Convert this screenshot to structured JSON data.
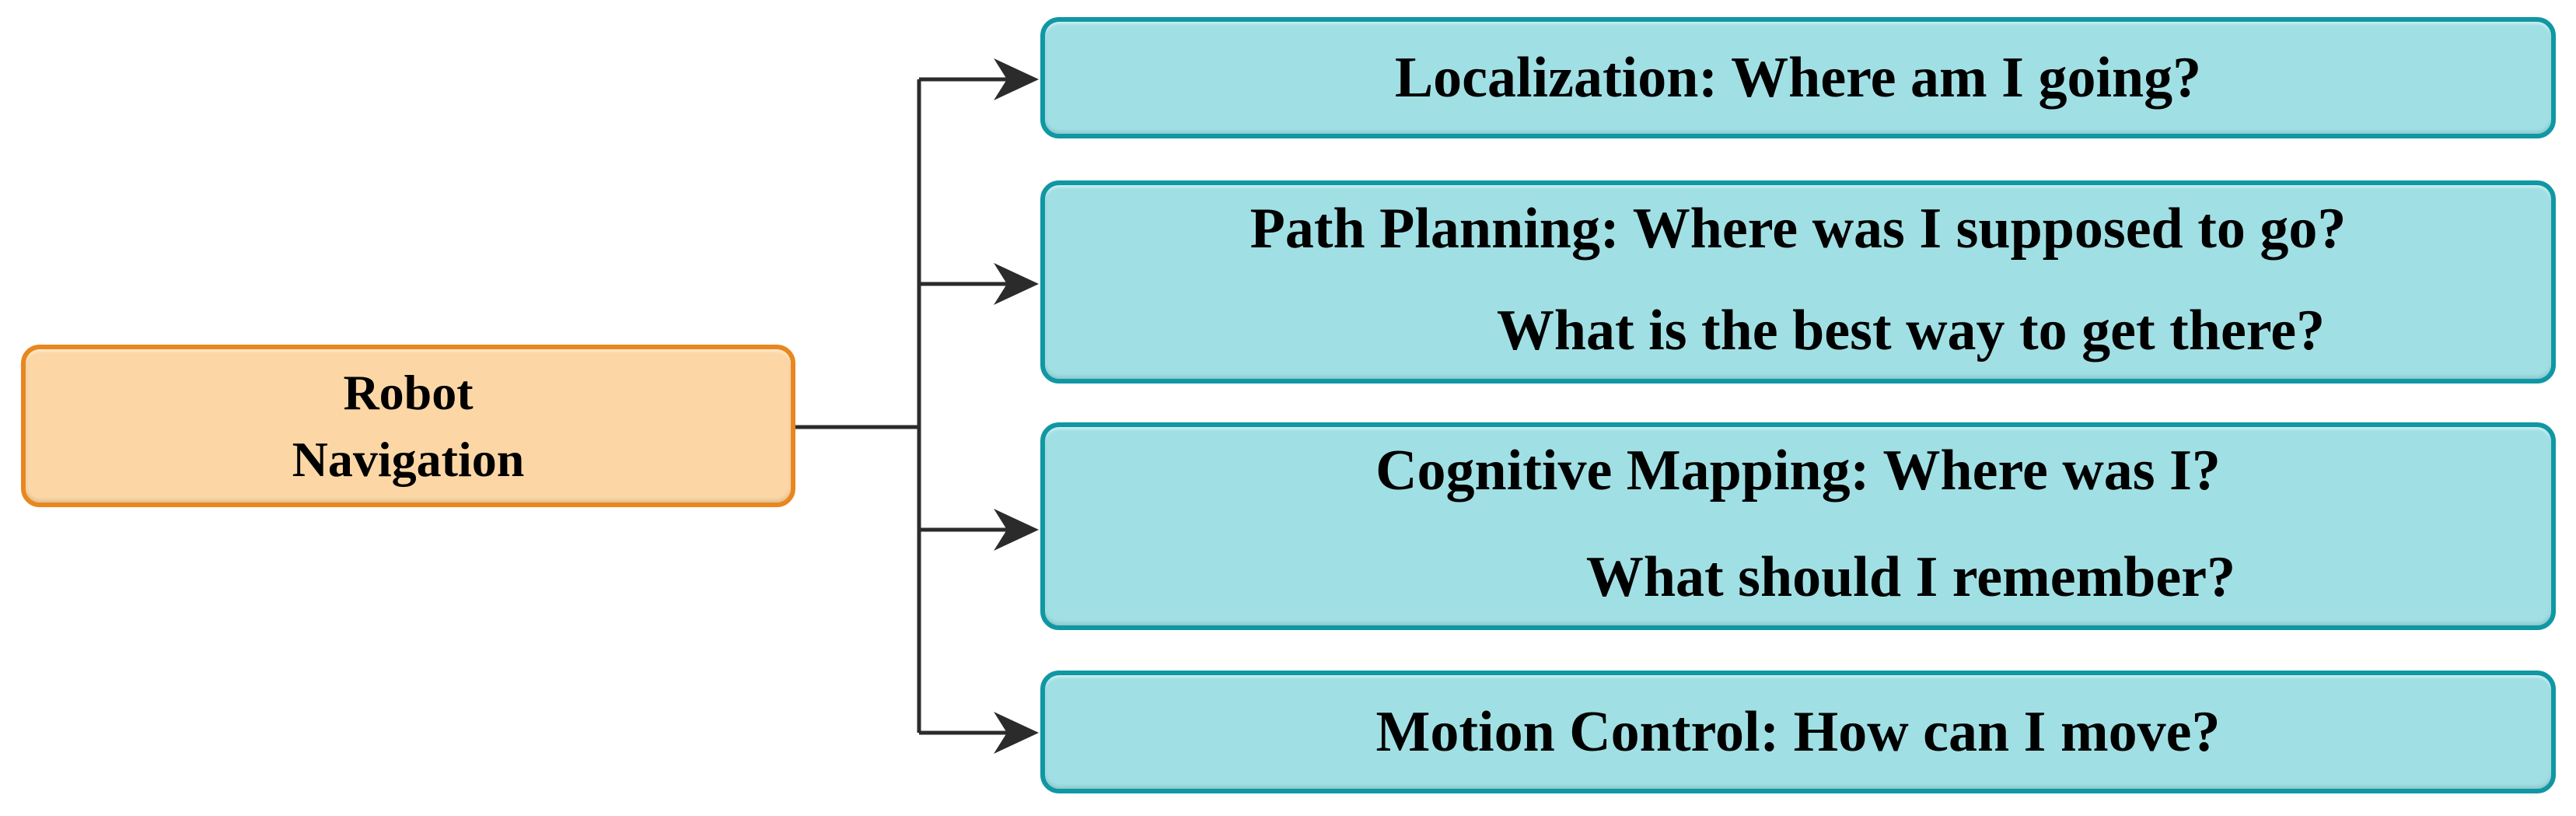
{
  "root": {
    "line1": "Robot",
    "line2": "Navigation"
  },
  "nodes": [
    {
      "name": "localization",
      "line1": "Localization: Where am I going?",
      "line2": ""
    },
    {
      "name": "path-planning",
      "line1": "Path Planning: Where was I supposed to go?",
      "line2": "What is the best way to get there?"
    },
    {
      "name": "cognitive-mapping",
      "line1": "Cognitive Mapping: Where was I?",
      "line2": "What should I remember?"
    },
    {
      "name": "motion-control",
      "line1": "Motion Control: How can I move?",
      "line2": ""
    }
  ],
  "colors": {
    "root_fill": "#FCD7A5",
    "root_border": "#E8871F",
    "node_fill": "#A0E0E4",
    "node_border": "#0F97A4",
    "connector": "#2B2B2B",
    "text": "#000000",
    "canvas_bg": "#FFFFFF"
  }
}
